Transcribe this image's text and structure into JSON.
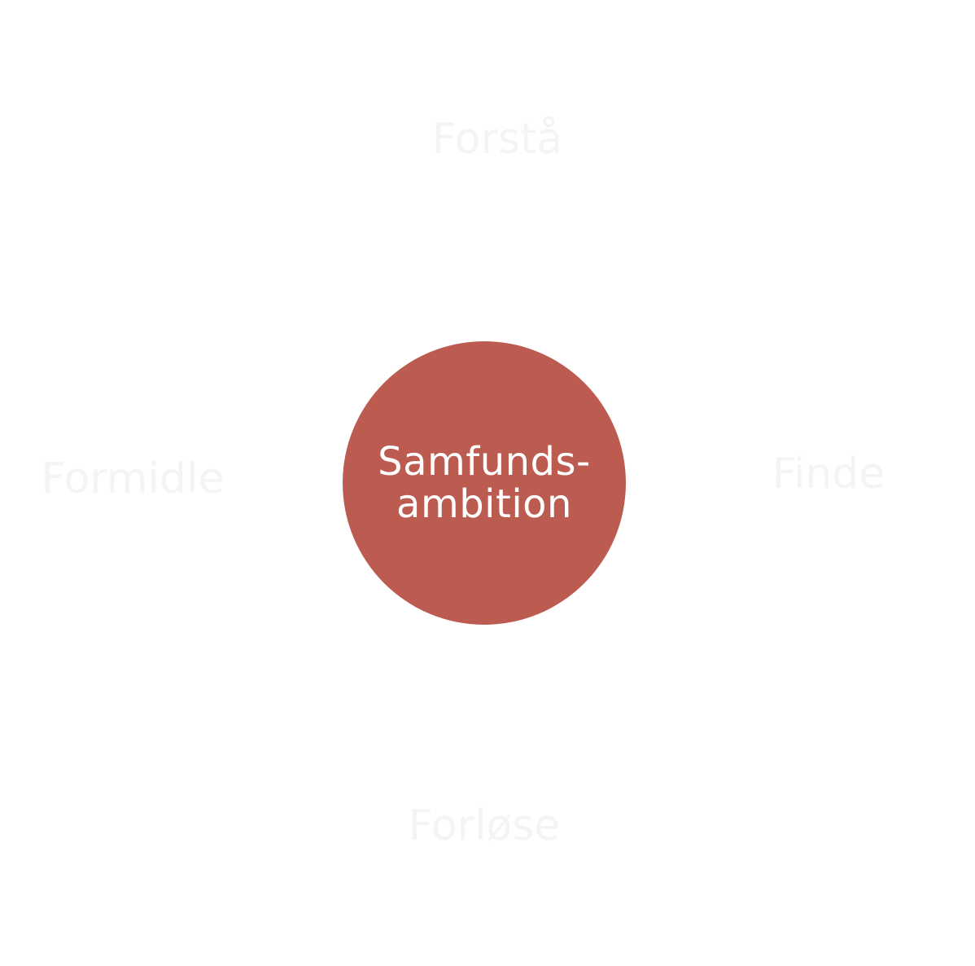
{
  "diagram": {
    "center": {
      "line1": "Samfunds-",
      "line2": "ambition",
      "color": "#bc5b4f",
      "text_color": "#ffffff"
    },
    "ring_labels": {
      "top": "Forstå",
      "right": "Finde",
      "bottom": "Forløse",
      "left": "Formidle",
      "color": "#f5f4f4"
    }
  }
}
